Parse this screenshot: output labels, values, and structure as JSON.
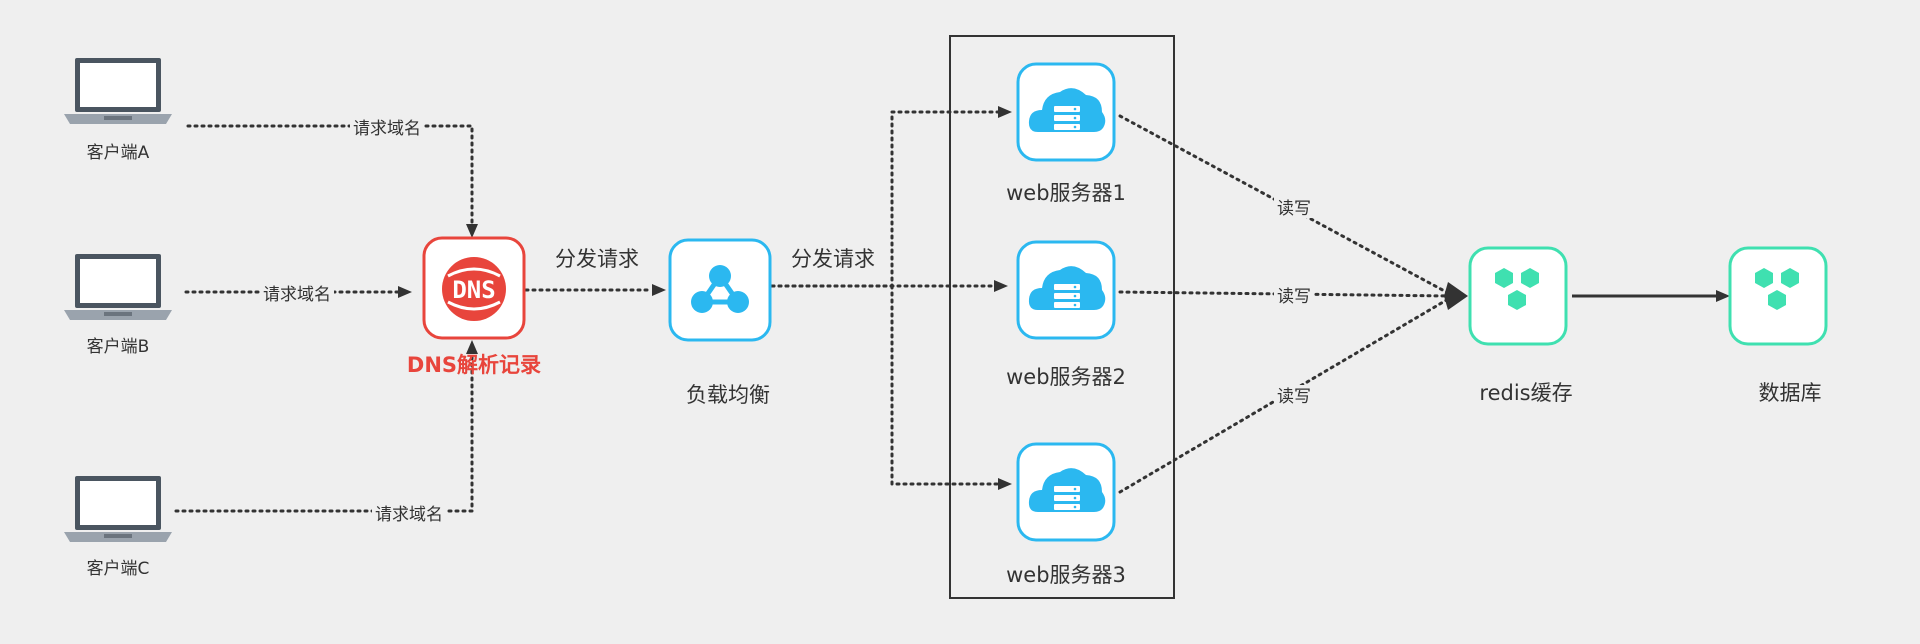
{
  "clients": [
    {
      "label": "客户端A",
      "icon": "laptop-icon"
    },
    {
      "label": "客户端B",
      "icon": "laptop-icon"
    },
    {
      "label": "客户端C",
      "icon": "laptop-icon"
    }
  ],
  "dns": {
    "icon_text": "DNS",
    "label": "DNS解析记录",
    "color": "#e8453c",
    "icon": "dns-icon"
  },
  "edge_labels": {
    "request_domain": "请求域名",
    "dispatch_1": "分发请求",
    "dispatch_2": "分发请求",
    "read_write": "读写"
  },
  "load_balancer": {
    "label": "负载均衡",
    "color": "#2bb8f0",
    "icon": "load-balancer-icon"
  },
  "web_servers": [
    {
      "label": "web服务器1",
      "icon": "cloud-server-icon"
    },
    {
      "label": "web服务器2",
      "icon": "cloud-server-icon"
    },
    {
      "label": "web服务器3",
      "icon": "cloud-server-icon"
    }
  ],
  "redis": {
    "label": "redis缓存",
    "color": "#3fe0b0",
    "icon": "hexagon-cluster-icon"
  },
  "database": {
    "label": "数据库",
    "color": "#3fe0b0",
    "icon": "hexagon-cluster-icon"
  }
}
